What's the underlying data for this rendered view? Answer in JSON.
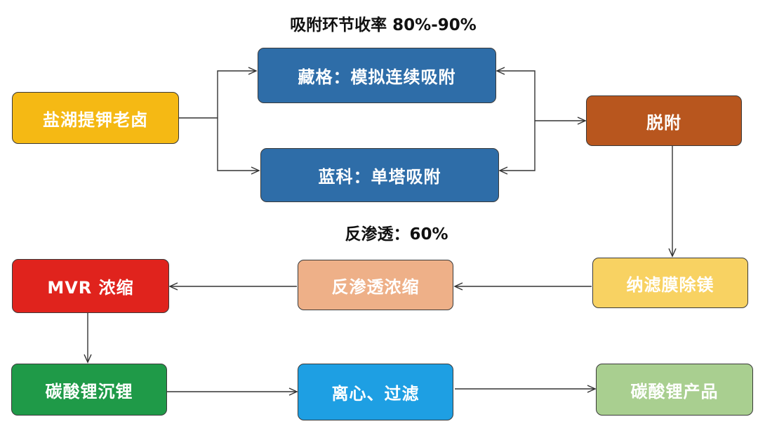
{
  "captions": {
    "adsorption_yield": "吸附环节收率 80%-90%",
    "ro_yield": "反渗透：60%"
  },
  "nodes": {
    "brine": {
      "label": "盐湖提钾老卤",
      "bg": "#F5B914",
      "fg": "#ffffff"
    },
    "zangge": {
      "label": "藏格：模拟连续吸附",
      "bg": "#2E6DA8",
      "fg": "#ffffff"
    },
    "lanke": {
      "label": "蓝科：单塔吸附",
      "bg": "#2E6DA8",
      "fg": "#ffffff"
    },
    "desorption": {
      "label": "脱附",
      "bg": "#B8561E",
      "fg": "#ffffff"
    },
    "nanofiltration": {
      "label": "纳滤膜除镁",
      "bg": "#F8D262",
      "fg": "#ffffff"
    },
    "ro_concentration": {
      "label": "反渗透浓缩",
      "bg": "#EEB088",
      "fg": "#ffffff"
    },
    "mvr": {
      "label": "MVR 浓缩",
      "bg": "#E0231D",
      "fg": "#ffffff"
    },
    "precipitation": {
      "label": "碳酸锂沉锂",
      "bg": "#1F9A48",
      "fg": "#ffffff"
    },
    "centrifuge": {
      "label": "离心、过滤",
      "bg": "#1E9FE3",
      "fg": "#ffffff"
    },
    "product": {
      "label": "碳酸锂产品",
      "bg": "#A9CF90",
      "fg": "#ffffff"
    }
  },
  "colors": {
    "connector": "#333333"
  }
}
